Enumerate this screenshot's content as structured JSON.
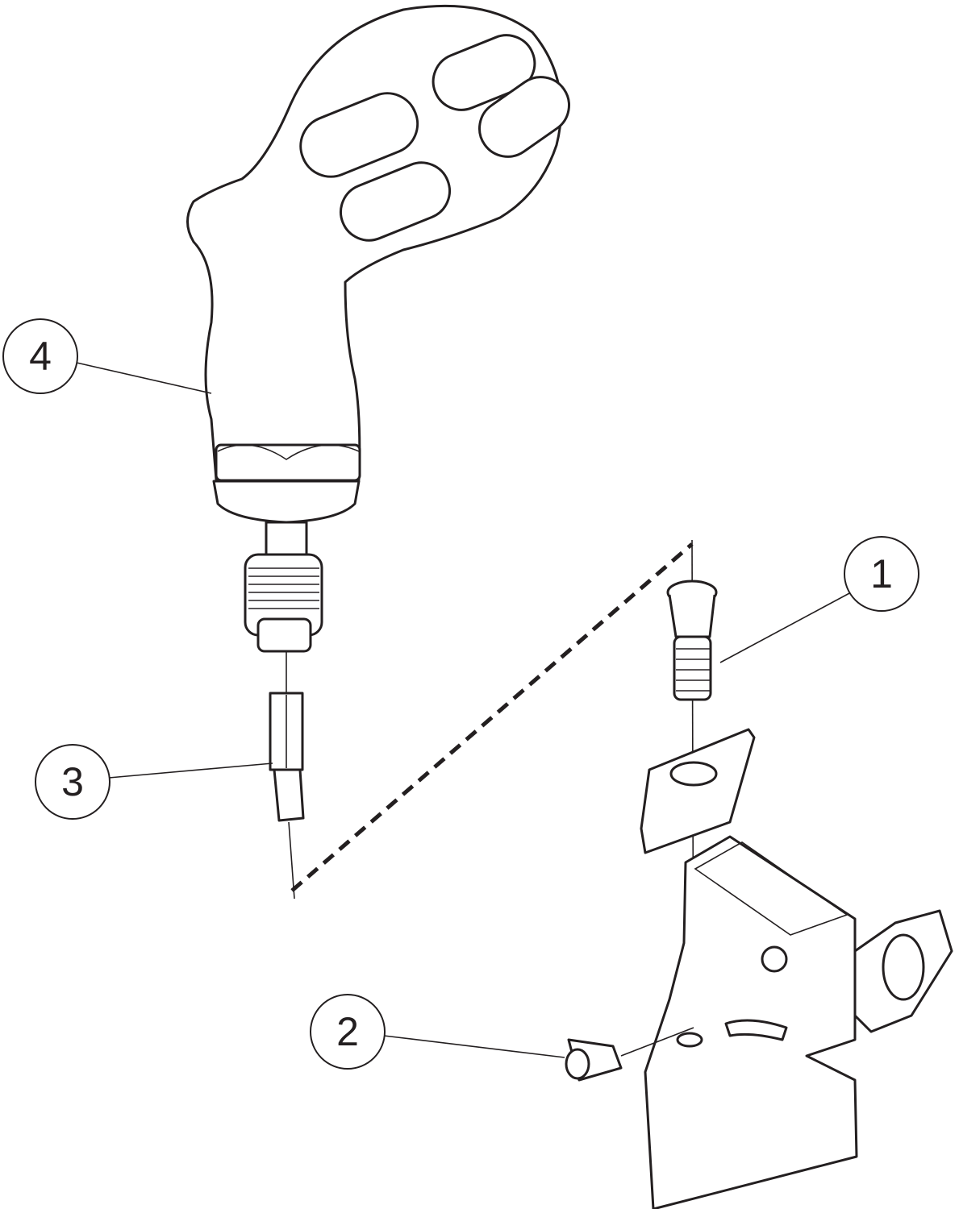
{
  "diagram": {
    "type": "exploded-assembly-view",
    "callouts": [
      {
        "label": "1",
        "part": "clamp-screw"
      },
      {
        "label": "2",
        "part": "set-screw"
      },
      {
        "label": "3",
        "part": "torx-bit"
      },
      {
        "label": "4",
        "part": "torque-wrench-handle"
      }
    ]
  },
  "colors": {
    "line": "#231f20",
    "background": "#ffffff"
  }
}
